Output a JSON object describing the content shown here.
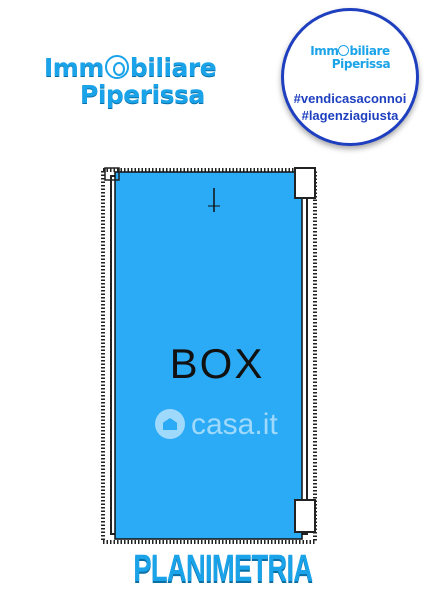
{
  "logo": {
    "line1_pre": "Imm",
    "line1_post": "biliare",
    "line2": "Piperissa",
    "icon": "at-sign-icon"
  },
  "badge": {
    "logo_line1_pre": "Imm",
    "logo_line1_post": "biliare",
    "logo_line2": "Piperissa",
    "hashtag1": "#vendicasaconnoi",
    "hashtag2": "#lagenziagiusta"
  },
  "plan": {
    "room_label": "BOX",
    "fill_color": "#2baaf6"
  },
  "watermark": {
    "text": "casa.it",
    "icon": "house-icon"
  },
  "title": "PLANIMETRIA",
  "colors": {
    "brand_blue": "#1aa3e8",
    "badge_border": "#1e3fbf",
    "room_fill": "#2baaf6"
  }
}
